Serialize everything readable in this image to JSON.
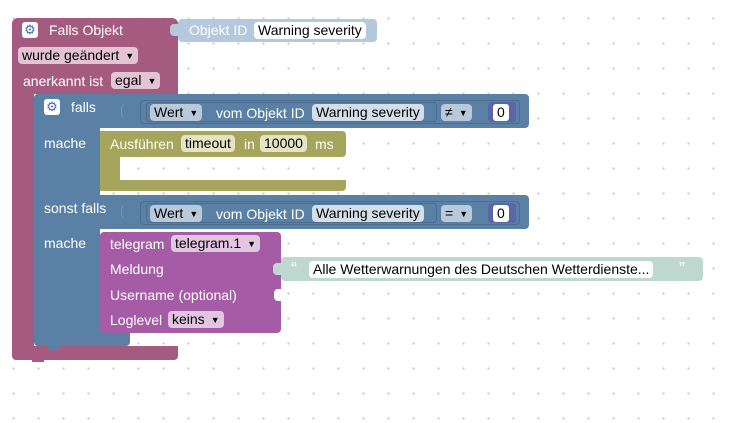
{
  "trigger": {
    "title": "Falls Objekt",
    "object_id_label": "Objekt ID",
    "object_id_value": "Warning severity",
    "change_dropdown": "wurde geändert",
    "ack_label": "anerkannt ist",
    "ack_dropdown": "egal"
  },
  "if_block": {
    "if_label": "falls",
    "do_label": "mache",
    "else_if_label": "sonst falls",
    "do2_label": "mache"
  },
  "compare1": {
    "value_dropdown": "Wert",
    "of_object_label": "vom Objekt ID",
    "object_value": "Warning severity",
    "operator": "≠",
    "number": "0"
  },
  "compare2": {
    "value_dropdown": "Wert",
    "of_object_label": "vom Objekt ID",
    "object_value": "Warning severity",
    "operator": "=",
    "number": "0"
  },
  "timeout": {
    "run_label": "Ausführen",
    "name_value": "timeout",
    "in_label": "in",
    "ms_value": "10000",
    "unit": "ms"
  },
  "telegram": {
    "label": "telegram",
    "instance": "telegram.1",
    "message_label": "Meldung",
    "username_label": "Username (optional)",
    "loglevel_label": "Loglevel",
    "loglevel_value": "keins"
  },
  "message_text": {
    "open_quote": "“",
    "value": "Alle Wetterwarnungen des Deutschen Wetterdienste...",
    "close_quote": "”"
  },
  "colors": {
    "event_block": "#A55B80",
    "logic_block": "#5B80A5",
    "timeout_block": "#A5A55B",
    "telegram_block": "#A55BA5",
    "text_block": "#BFD8CF",
    "objectid_block": "#B4C8DE"
  },
  "icons": {
    "gear": "gear-icon",
    "dropdown": "triangle-down-icon"
  }
}
